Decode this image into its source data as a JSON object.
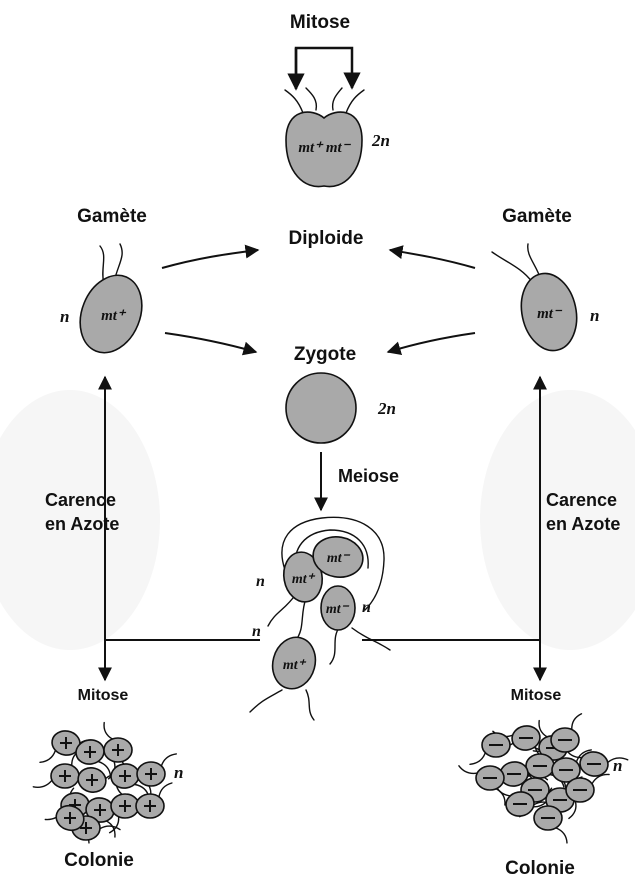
{
  "labels": {
    "mitose_top": "Mitose",
    "diploid_mt": "mt⁺ mt⁻",
    "ploidy_2n": "2n",
    "ploidy_n": "n",
    "diploide": "Diploide",
    "gamete_left": "Gamète",
    "gamete_right": "Gamète",
    "mt_plus": "mt⁺",
    "mt_minus": "mt⁻",
    "zygote": "Zygote",
    "meiose": "Meiose",
    "carence_line1": "Carence",
    "carence_line2": "en Azote",
    "mitose_left": "Mitose",
    "mitose_right": "Mitose",
    "colonie_left": "Colonie",
    "colonie_right": "Colonie"
  },
  "colonies": {
    "left_symbol": "+",
    "right_symbol": "−"
  },
  "colors": {
    "cell_fill": "#a9a9a9",
    "outline": "#111111"
  }
}
